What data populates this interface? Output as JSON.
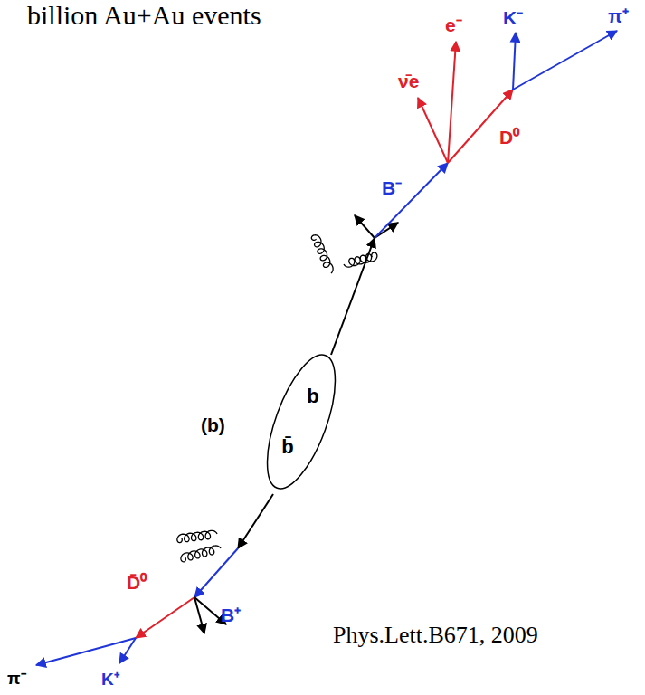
{
  "diagram": {
    "nodes": [
      {
        "text": [
          "b",
          "b̄"
        ]
      }
    ],
    "labels": [
      "billion Au+Au events",
      "e⁻",
      "K⁻",
      "π⁺",
      "ν̄e",
      "D⁰",
      "B⁻",
      "(b)",
      "B⁺",
      "D̄⁰",
      "Phys.Lett.B671, 2009",
      "π⁻",
      "K⁺"
    ]
  }
}
